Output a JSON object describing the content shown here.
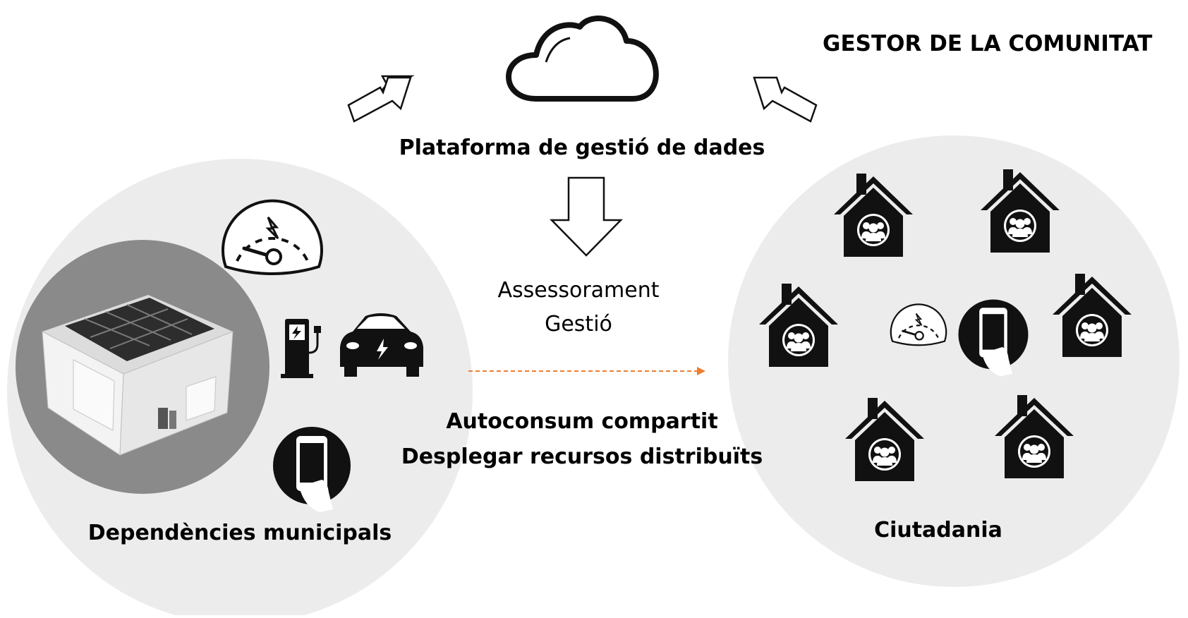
{
  "title": "GESTOR DE LA COMUNITAT",
  "platform_label": "Plataforma de gestió de dades",
  "advice": {
    "line1": "Assessorament",
    "line2": "Gestió"
  },
  "actions": {
    "line1": "Autoconsum compartit",
    "line2": "Desplegar recursos distribuïts"
  },
  "left_group_label": "Dependències municipals",
  "right_group_label": "Ciutadania",
  "colors": {
    "circle": "#ececec",
    "icon": "#111111",
    "dashed_arrow": "#ed7d31",
    "roof_disk": "#8a8a8a"
  },
  "icons": [
    "cloud-icon",
    "hollow-arrow-icon",
    "down-arrow-icon",
    "gauge-icon",
    "ev-charger-icon",
    "electric-car-icon",
    "smartphone-icon",
    "building-solar-icon",
    "house-community-icon"
  ]
}
